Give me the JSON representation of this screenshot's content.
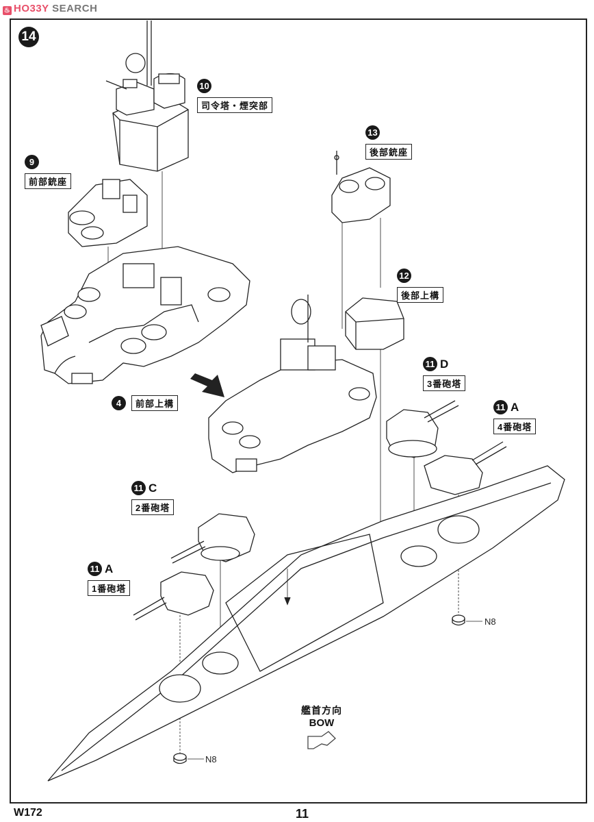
{
  "watermark": {
    "brand_a": "HO33Y",
    "brand_b": " SEARCH",
    "logo_icon": "flame-logo-icon"
  },
  "step": {
    "number": "14"
  },
  "callouts": [
    {
      "id": "c10",
      "number": "10",
      "suffix": "",
      "label": "司令塔・煙突部"
    },
    {
      "id": "c9",
      "number": "9",
      "suffix": "",
      "label": "前部銃座"
    },
    {
      "id": "c13",
      "number": "13",
      "suffix": "",
      "label": "後部銃座"
    },
    {
      "id": "c12",
      "number": "12",
      "suffix": "",
      "label": "後部上構"
    },
    {
      "id": "c4",
      "number": "4",
      "suffix": "",
      "label": "前部上構"
    },
    {
      "id": "c11d",
      "number": "11",
      "suffix": "D",
      "label": "3番砲塔"
    },
    {
      "id": "c11a2",
      "number": "11",
      "suffix": "A",
      "label": "4番砲塔"
    },
    {
      "id": "c11c",
      "number": "11",
      "suffix": "C",
      "label": "2番砲塔"
    },
    {
      "id": "c11a1",
      "number": "11",
      "suffix": "A",
      "label": "1番砲塔"
    }
  ],
  "bow": {
    "jp": "艦首方向",
    "en": "BOW",
    "arrow_icon": "hollow-arrow-down-left-icon"
  },
  "parts": {
    "n8_a": "N8",
    "n8_b": "N8"
  },
  "footer": {
    "code": "W172",
    "page": "11"
  }
}
